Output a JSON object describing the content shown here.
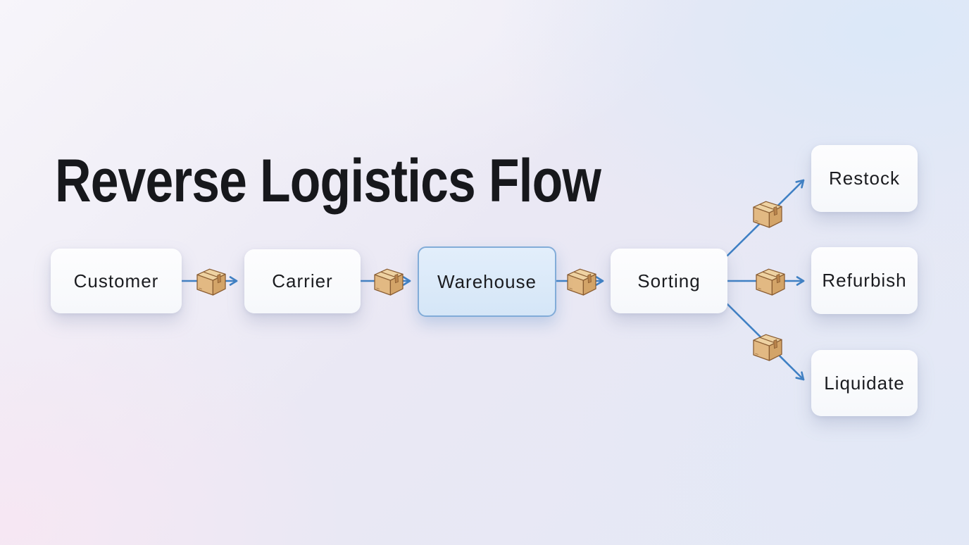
{
  "title": "Reverse Logistics Flow",
  "diagram": {
    "nodes": [
      {
        "id": "customer",
        "label": "Customer",
        "highlighted": false
      },
      {
        "id": "carrier",
        "label": "Carrier",
        "highlighted": false
      },
      {
        "id": "warehouse",
        "label": "Warehouse",
        "highlighted": true
      },
      {
        "id": "sorting",
        "label": "Sorting",
        "highlighted": false
      },
      {
        "id": "restock",
        "label": "Restock",
        "highlighted": false
      },
      {
        "id": "refurbish",
        "label": "Refurbish",
        "highlighted": false
      },
      {
        "id": "liquidate",
        "label": "Liquidate",
        "highlighted": false
      }
    ],
    "edges": [
      {
        "from": "customer",
        "to": "carrier",
        "icon": "package-icon"
      },
      {
        "from": "carrier",
        "to": "warehouse",
        "icon": "package-icon"
      },
      {
        "from": "warehouse",
        "to": "sorting",
        "icon": "package-icon"
      },
      {
        "from": "sorting",
        "to": "restock",
        "icon": "package-icon"
      },
      {
        "from": "sorting",
        "to": "refurbish",
        "icon": "package-icon"
      },
      {
        "from": "sorting",
        "to": "liquidate",
        "icon": "package-icon"
      }
    ],
    "colors": {
      "arrow": "#3f80c4",
      "highlight_fill": "#d9e8f8",
      "highlight_border": "#82acd8",
      "node_fill": "#fbfcfe",
      "text": "#1b1c20",
      "package_front": "#e2b983",
      "package_side": "#d3a468",
      "package_top": "#eed2a2",
      "package_tape": "#b8834b",
      "package_outline": "#8a5d33",
      "title_text": "#17181c"
    }
  }
}
